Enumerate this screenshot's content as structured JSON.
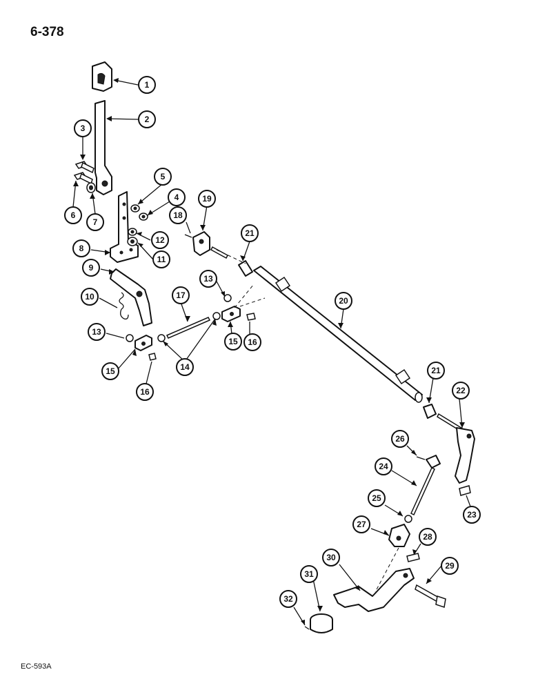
{
  "page_number": "6-378",
  "figure_code": "EC-593A",
  "callouts": [
    "1",
    "2",
    "3",
    "4",
    "5",
    "6",
    "7",
    "8",
    "9",
    "10",
    "11",
    "12",
    "13",
    "14",
    "15",
    "16",
    "17",
    "18",
    "19",
    "20",
    "21",
    "22",
    "23",
    "24",
    "25",
    "26",
    "27",
    "28",
    "29",
    "30",
    "31",
    "32"
  ],
  "callout_labels": {
    "c1": "1",
    "c2": "2",
    "c3": "3",
    "c4": "4",
    "c5": "5",
    "c6": "6",
    "c7": "7",
    "c8": "8",
    "c9": "9",
    "c10": "10",
    "c11": "11",
    "c12": "12",
    "c13a": "13",
    "c13b": "13",
    "c14": "14",
    "c15a": "15",
    "c15b": "15",
    "c16a": "16",
    "c16b": "16",
    "c17": "17",
    "c18": "18",
    "c19": "19",
    "c20": "20",
    "c21a": "21",
    "c21b": "21",
    "c22": "22",
    "c23": "23",
    "c24": "24",
    "c25": "25",
    "c26": "26",
    "c27": "27",
    "c28": "28",
    "c29": "29",
    "c30": "30",
    "c31": "31",
    "c32": "32"
  }
}
